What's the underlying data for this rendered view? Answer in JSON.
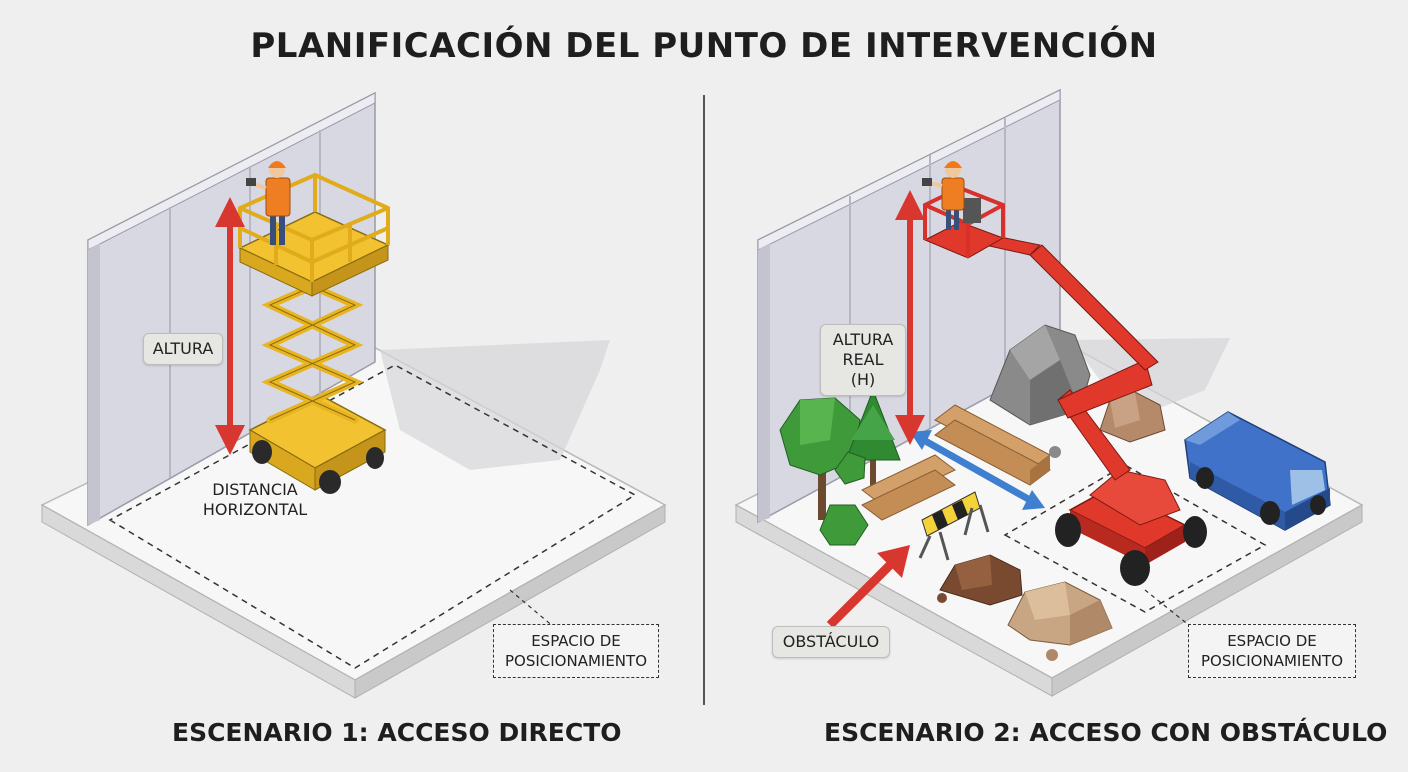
{
  "title": "PLANIFICACIÓN DEL PUNTO DE INTERVENCIÓN",
  "scenario1": {
    "caption": "ESCENARIO 1: ACCESO DIRECTO",
    "height_label": "ALTURA",
    "distance_label_line1": "DISTANCIA",
    "distance_label_line2": "HORIZONTAL",
    "space_label_line1": "ESPACIO DE",
    "space_label_line2": "POSICIONAMIENTO"
  },
  "scenario2": {
    "caption": "ESCENARIO 2: ACCESO CON OBSTÁCULO",
    "height_label_line1": "ALTURA",
    "height_label_line2": "REAL (H)",
    "obstacle_label": "OBSTÁCULO",
    "space_label_line1": "ESPACIO DE",
    "space_label_line2": "POSICIONAMIENTO"
  },
  "colors": {
    "lift_yellow": "#f2c230",
    "boom_red": "#e0382b",
    "arrow_red": "#d8372f",
    "arrow_blue": "#3f7fd0",
    "van_blue": "#3f72c8",
    "wall": "#d9d9e2",
    "tree_green": "#3f9a3a"
  }
}
